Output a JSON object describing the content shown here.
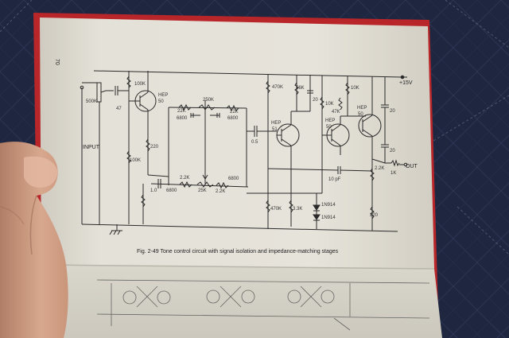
{
  "page": {
    "number": "70",
    "caption": "Fig. 2-49   Tone control circuit with signal isolation and impedance-matching stages"
  },
  "schematic": {
    "supply": "+15V",
    "input": "INPUT",
    "output": "OUT",
    "transistor_label": "HEP",
    "transistors": [
      "50",
      "51",
      "50",
      "50"
    ],
    "labels": {
      "pot_500k": "500K",
      "c_47": "47",
      "r_100k_a": "100K",
      "r_100k_b": "100K",
      "r_220_a": "220",
      "r_22k_a": "22K",
      "r_250k": "250K",
      "r_22k_b": "22K",
      "c_6800_a": "6800",
      "c_6800_b": "6800",
      "r_2_2k_a": "2.2K",
      "c_6800_c": "6800",
      "c_6800_d": "6800",
      "c_1_0": "1.0",
      "pot_25k": "25K",
      "r_2_2k_b": "2.2K",
      "c_0_5": "0.5",
      "r_470k_a": "470K",
      "r_56k": "56K",
      "c_20_a": "20",
      "r_10k_a": "10K",
      "r_10k_b": "10K",
      "r_47k": "47K",
      "c_20_b": "20",
      "c_20_c": "20",
      "r_2_2k_c": "2.2K",
      "r_1k": "1K",
      "c_10pf": "10 pF",
      "r_470k_b": "470K",
      "r_3_3k": "3.3K",
      "d_1n914_a": "1N914",
      "d_1n914_b": "1N914",
      "r_220_b": "220"
    }
  }
}
